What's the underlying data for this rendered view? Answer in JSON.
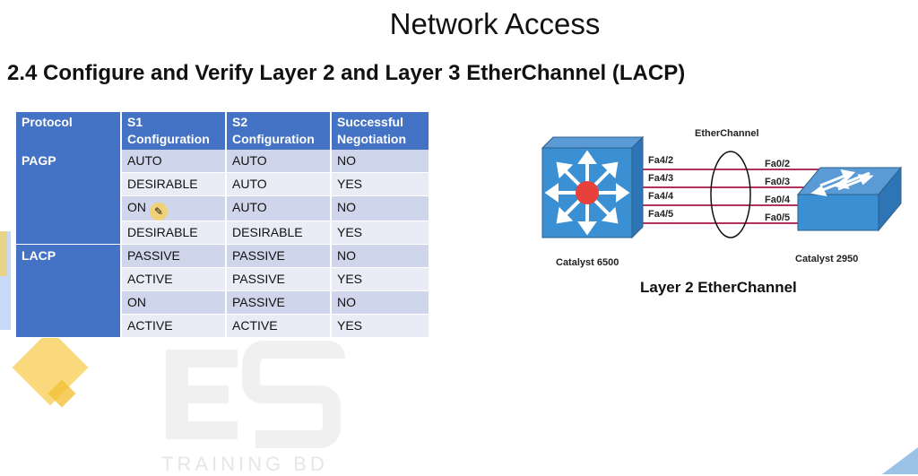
{
  "slide": {
    "title": "Network Access",
    "subtitle": "2.4 Configure and Verify Layer 2 and Layer 3 EtherChannel (LACP)"
  },
  "table": {
    "headers": [
      "Protocol",
      "S1 Configuration",
      "S2 Configuration",
      "Successful Negotiation"
    ],
    "groups": [
      {
        "protocol": "PAGP",
        "rows": [
          [
            "AUTO",
            "AUTO",
            "NO"
          ],
          [
            "DESIRABLE",
            "AUTO",
            "YES"
          ],
          [
            "ON",
            "AUTO",
            "NO"
          ],
          [
            "DESIRABLE",
            "DESIRABLE",
            "YES"
          ]
        ]
      },
      {
        "protocol": "LACP",
        "rows": [
          [
            "PASSIVE",
            "PASSIVE",
            "NO"
          ],
          [
            "ACTIVE",
            "PASSIVE",
            "YES"
          ],
          [
            "ON",
            "PASSIVE",
            "NO"
          ],
          [
            "ACTIVE",
            "ACTIVE",
            "YES"
          ]
        ]
      }
    ]
  },
  "diagram": {
    "etherchannel_label": "EtherChannel",
    "left_ports": [
      "Fa4/2",
      "Fa4/3",
      "Fa4/4",
      "Fa4/5"
    ],
    "right_ports": [
      "Fa0/2",
      "Fa0/3",
      "Fa0/4",
      "Fa0/5"
    ],
    "left_device": "Catalyst 6500",
    "right_device": "Catalyst 2950",
    "caption": "Layer 2 EtherChannel",
    "link_color": "#b03060"
  },
  "watermark": {
    "text": "TRAINING BD"
  }
}
